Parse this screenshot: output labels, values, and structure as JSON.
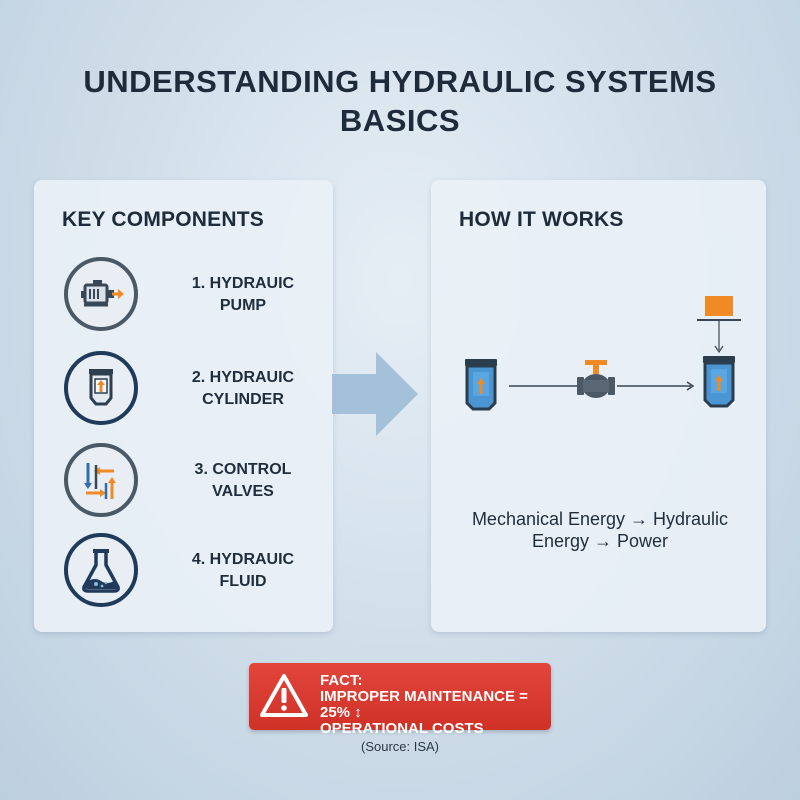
{
  "title": {
    "line1": "UNDERSTANDING HYDRAULIC SYSTEMS",
    "line2": "BASICS"
  },
  "key_components": {
    "heading": "KEY COMPONENTS",
    "items": [
      {
        "line1": "1. HYDRAUIC",
        "line2": "PUMP",
        "icon": "hydraulic-pump-icon"
      },
      {
        "line1": "2. HYDRAUIC",
        "line2": "CYLINDER",
        "icon": "hydraulic-cylinder-icon"
      },
      {
        "line1": "3. CONTROL",
        "line2": "VALVES",
        "icon": "control-valves-icon"
      },
      {
        "line1": "4. HYDRAUIC",
        "line2": "FLUID",
        "icon": "hydraulic-fluid-flask-icon"
      }
    ]
  },
  "how_it_works": {
    "heading": "HOW IT WORKS",
    "energy_line1": "Mechanical Energy → Hydraulic",
    "energy_line2": "Energy → Power"
  },
  "fact": {
    "label": "FACT:",
    "line1": "IMPROPER MAINTENANCE = 25% ↕",
    "line2": "OPERATIONAL COSTS",
    "icon": "warning-triangle-icon"
  },
  "source": "(Source: ISA)",
  "colors": {
    "accent_orange": "#f08a24",
    "navy": "#1f3a5a",
    "cylinder_blue": "#3f8fcf",
    "alert_red": "#d9372d",
    "arrow_blue": "#9dbdd6"
  }
}
